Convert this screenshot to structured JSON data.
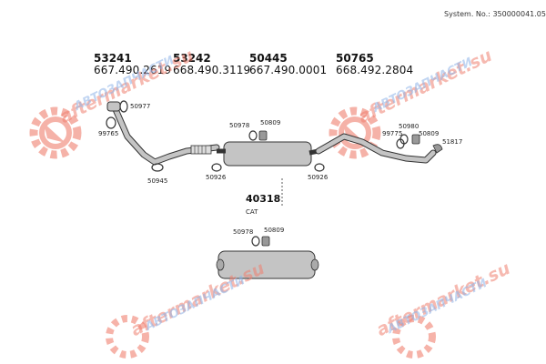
{
  "header": {
    "system_no": "System. No.: 350000041.05"
  },
  "part_numbers": [
    {
      "code": "53241",
      "oe": "667.490.2619"
    },
    {
      "code": "53242",
      "oe": "668.490.3119"
    },
    {
      "code": "50445",
      "oe": "667.490.0001"
    },
    {
      "code": "50765",
      "oe": "668.492.2804"
    }
  ],
  "callouts": {
    "c50977": "50977",
    "c99765": "99765",
    "c50945": "50945",
    "c50978a": "50978",
    "c50809a": "50809",
    "c50926a": "50926",
    "c50926b": "50926",
    "c50980": "50980",
    "c99775": "99775",
    "c50809b": "50809",
    "c51817": "51817",
    "c40318": "40318",
    "cat": "CAT",
    "c50978b": "50978",
    "c50809c": "50809"
  },
  "watermark": {
    "line1": "aftermarket.su",
    "line2": "АВТОЗАПЧАСТИ"
  },
  "colors": {
    "watermark_red": "#f08070",
    "watermark_blue": "#8fb4e8",
    "part_gray": "#b8b8b8",
    "outline": "#333333"
  }
}
